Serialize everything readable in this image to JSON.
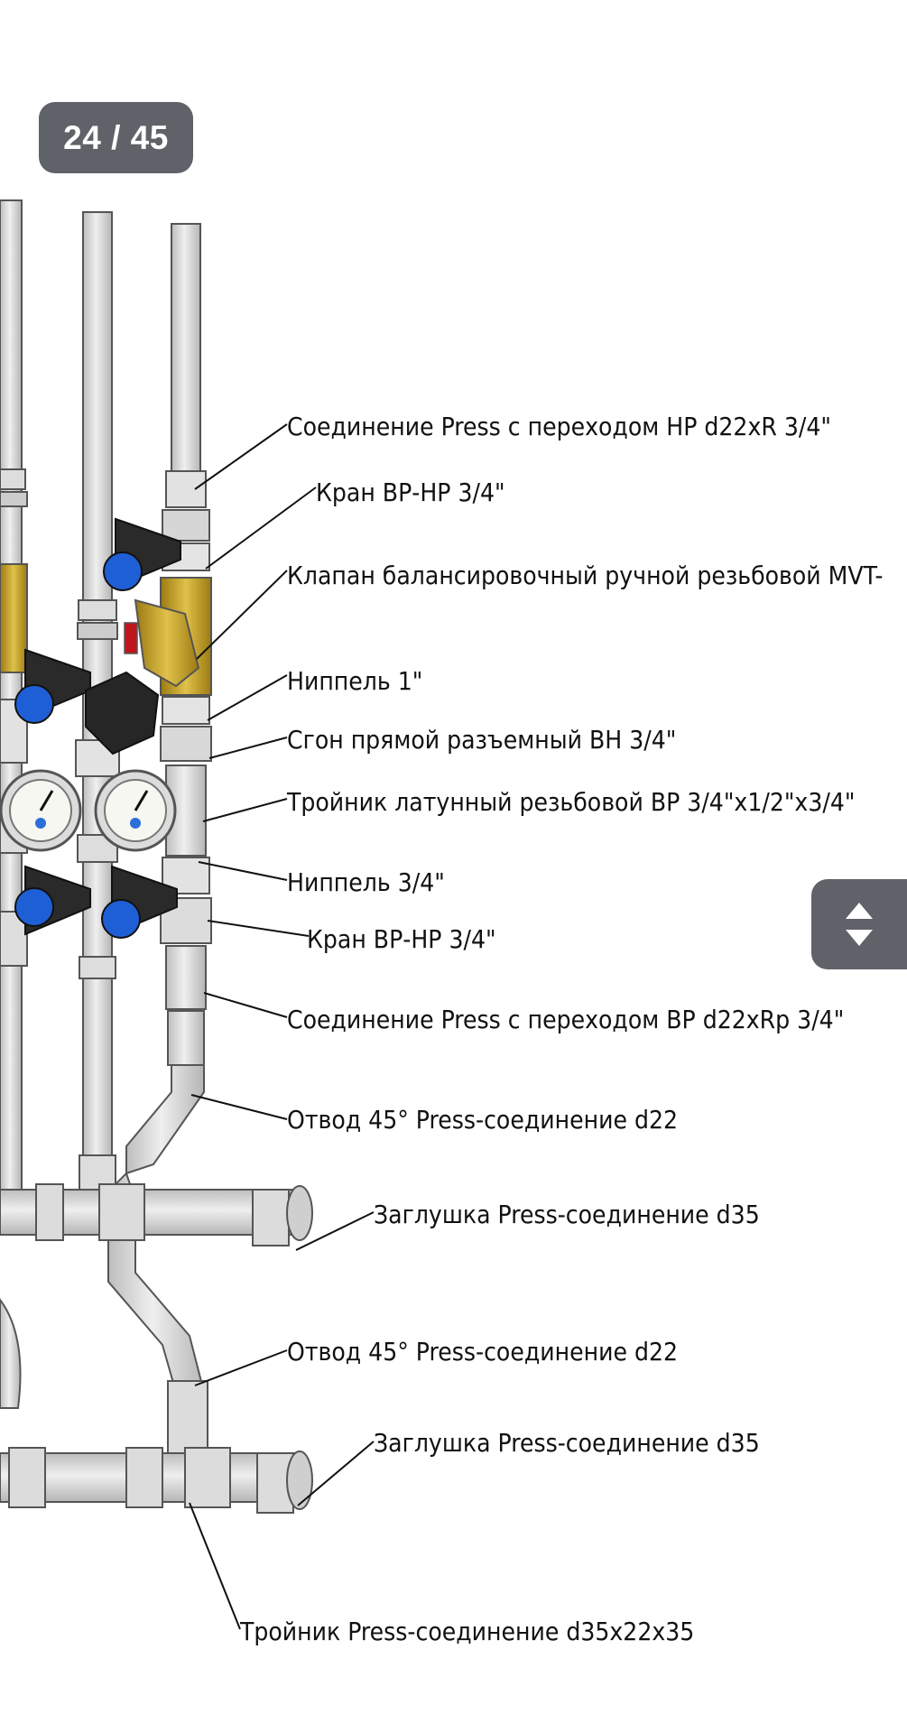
{
  "viewer": {
    "page_counter": "24 / 45",
    "scroll_handle_icon": "scroll-up-down-icon"
  },
  "callouts": [
    "Соединение Press с переходом НР d22xR 3/4\"",
    "Кран ВР-НР 3/4\"",
    "Клапан балансировочный ручной резьбовой MVT-",
    "Ниппель 1\"",
    "Сгон прямой разъемный ВН 3/4\"",
    "Тройник латунный резьбовой ВР 3/4\"x1/2\"x3/4\"",
    "Ниппель 3/4\"",
    "Кран ВР-НР 3/4\"",
    "Соединение Press с переходом ВР d22xRp 3/4\"",
    "Отвод 45° Press-соединение d22",
    "Заглушка Press-соединение d35",
    "Отвод 45° Press-соединение d22",
    "Заглушка Press-соединение d35",
    "Тройник Press-соединение d35x22x35"
  ],
  "colors": {
    "pipe": "#d4d4d4",
    "pipe_outline": "#555555",
    "brass": "#c9a227",
    "valve_handle": "#222222",
    "valve_knob": "#1f5fd6",
    "overlay": "#5f6268"
  }
}
